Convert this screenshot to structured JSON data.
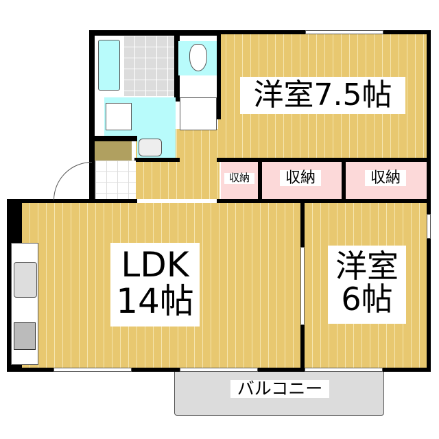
{
  "rooms": {
    "western_large": {
      "name": "洋室",
      "size": "7.5帖",
      "label": "洋室7.5帖"
    },
    "ldk": {
      "name": "LDK",
      "size": "14帖"
    },
    "western_small": {
      "name": "洋室",
      "size": "6帖"
    },
    "storage_small": {
      "label": "収納"
    },
    "storage_middle": {
      "label": "収納"
    },
    "storage_right": {
      "label": "収納"
    },
    "balcony": {
      "label": "バルコニー"
    }
  },
  "colors": {
    "floor": "#e8c870",
    "storage": "#fcd9d9",
    "wet_area": "#b8fbfb",
    "wall": "#000000",
    "balcony": "#dcdcdc",
    "shoe_box": "#b0a060"
  }
}
